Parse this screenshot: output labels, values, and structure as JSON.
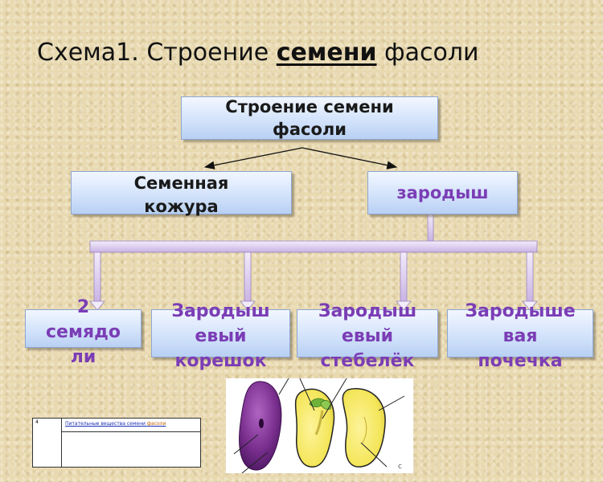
{
  "title": {
    "prefix": "Схема1. Строение ",
    "emphasis": "семени",
    "suffix": " фасоли"
  },
  "root": {
    "label": "Строение семени\nфасоли"
  },
  "level1": {
    "seed_coat": "Семенная\nкожура",
    "embryo": "зародыш"
  },
  "level2": [
    {
      "label": "2\nсемядо\nли"
    },
    {
      "label": "Зародыш\nевый\nкорешок"
    },
    {
      "label": "Зародыш\nевый\nстебелёк"
    },
    {
      "label": "Зародыше\nвая\nпочечка"
    }
  ],
  "doc_thumbnail": {
    "row_number": "4",
    "link_text": "Питательные вещества семени",
    "highlight": "фасоли"
  },
  "colors": {
    "box_fill": "#d3e3fb",
    "box_border": "#8ea6cf",
    "purple_text": "#7b3db5",
    "connector": "#d9c8ee",
    "seed_purple": "#7a2f8f",
    "seed_yellow": "#f4e65a",
    "sprout_green": "#6fb23a"
  },
  "icons": [
    "bean-seed-whole-icon",
    "bean-seed-open-icon",
    "embryo-leaf-icon"
  ]
}
